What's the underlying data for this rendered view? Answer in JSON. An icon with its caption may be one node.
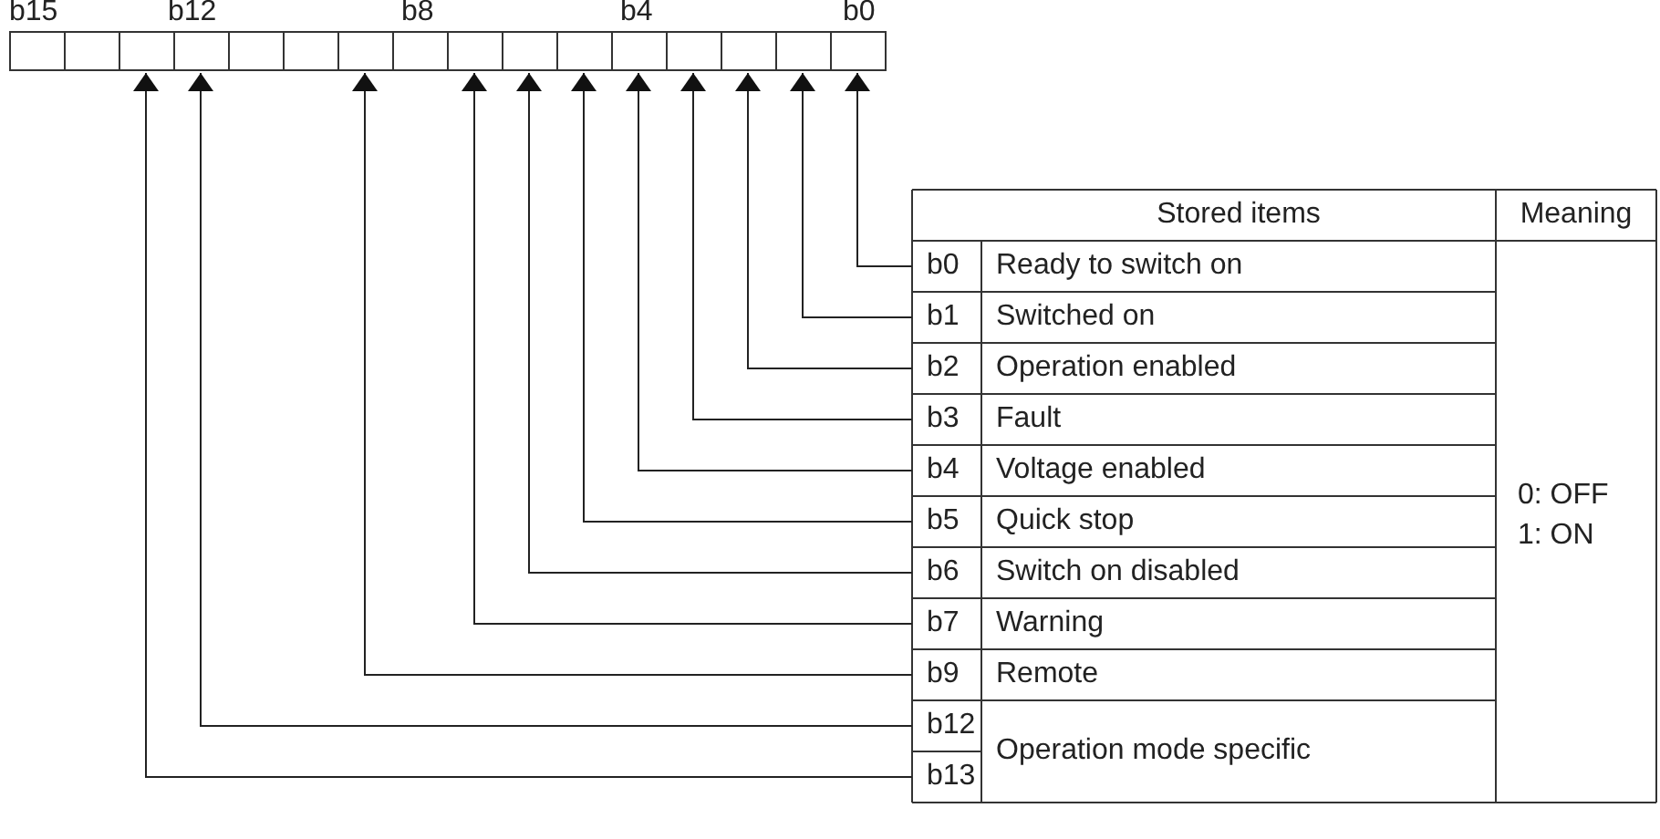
{
  "diagram": {
    "nodes": [
      {
        "text": [],
        "shape": "box"
      },
      {
        "text": [],
        "shape": "box"
      },
      {
        "text": [],
        "shape": "box"
      },
      {
        "text": [],
        "shape": "box"
      },
      {
        "text": [],
        "shape": "box"
      },
      {
        "text": [],
        "shape": "box"
      },
      {
        "text": [],
        "shape": "box"
      },
      {
        "text": [],
        "shape": "box"
      },
      {
        "text": [],
        "shape": "box"
      },
      {
        "text": [],
        "shape": "box"
      },
      {
        "text": [],
        "shape": "box"
      },
      {
        "text": [],
        "shape": "box"
      },
      {
        "text": [],
        "shape": "box"
      },
      {
        "text": [],
        "shape": "box"
      },
      {
        "text": [],
        "shape": "box"
      },
      {
        "text": [],
        "shape": "box"
      },
      {
        "text": [
          "b0"
        ]
      },
      {
        "text": [
          "b1"
        ]
      },
      {
        "text": [
          "b2"
        ]
      },
      {
        "text": [
          "b3"
        ]
      },
      {
        "text": [
          "b4"
        ]
      },
      {
        "text": [
          "b5"
        ]
      },
      {
        "text": [
          "b6"
        ]
      },
      {
        "text": [
          "b7"
        ]
      },
      {
        "text": [
          "b9"
        ]
      },
      {
        "text": [
          "b12"
        ]
      },
      {
        "text": [
          "b13"
        ]
      }
    ],
    "edges": [
      {
        "from": 16,
        "to": 15,
        "arrow": "to"
      },
      {
        "from": 17,
        "to": 14,
        "arrow": "to"
      },
      {
        "from": 18,
        "to": 13,
        "arrow": "to"
      },
      {
        "from": 19,
        "to": 12,
        "arrow": "to"
      },
      {
        "from": 20,
        "to": 11,
        "arrow": "to"
      },
      {
        "from": 21,
        "to": 10,
        "arrow": "to"
      },
      {
        "from": 22,
        "to": 9,
        "arrow": "to"
      },
      {
        "from": 23,
        "to": 8,
        "arrow": "to"
      },
      {
        "from": 24,
        "to": 6,
        "arrow": "to"
      },
      {
        "from": 25,
        "to": 3,
        "arrow": "to"
      },
      {
        "from": 26,
        "to": 2,
        "arrow": "to"
      }
    ],
    "labels": [
      "b15",
      "b12",
      "b8",
      "b4",
      "b0",
      "Stored items",
      "Meaning",
      "Ready to switch on",
      "Switched on",
      "Operation enabled",
      "Fault",
      "Voltage enabled",
      "Quick stop",
      "Switch on disabled",
      "Warning",
      "Remote",
      "Operation mode specific",
      "0: OFF",
      "1: ON"
    ]
  }
}
